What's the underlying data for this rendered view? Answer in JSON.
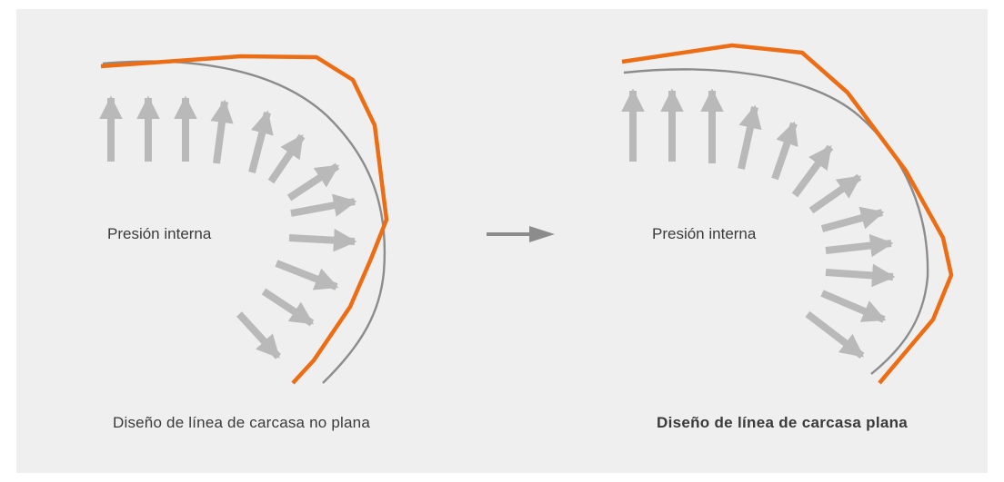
{
  "colors": {
    "background": "#efefef",
    "arrow": "#b9b9b9",
    "carcass_line": "#8c8c8c",
    "tread_line": "#ec6d14",
    "direction_arrow": "#8c8c8c",
    "text": "#3a3a3a"
  },
  "left_diagram": {
    "pressure_label": "Presión interna",
    "caption": "Diseño de línea de carcasa no plana"
  },
  "right_diagram": {
    "pressure_label": "Presión interna",
    "caption": "Diseño de línea de carcasa plana"
  },
  "transition_icon": "right-arrow-icon"
}
